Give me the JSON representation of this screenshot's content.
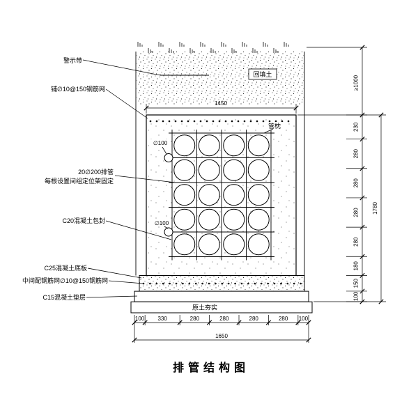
{
  "title": "排管结构图",
  "labels": {
    "warning_tape": "警示带",
    "top_mesh": "铺∅10@150钢筋网",
    "backfill": "回填土",
    "pipe_pillow": "管枕",
    "pipes_line1": "20∅200排管",
    "pipes_line2": "每根设置间组定位架固定",
    "small_pipe_dia_1": "∅100",
    "small_pipe_dia_2": "∅100",
    "encasement": "C20混凝土包封",
    "base_slab": "C25混凝土底板",
    "slab_mesh": "中间配钢筋网∅10@150钢筋网",
    "cushion": "C15混凝土垫层",
    "subgrade": "原土夯实"
  },
  "dimensions": {
    "top_width": "1450",
    "cover_depth": "≥1000",
    "right_segments": [
      "230",
      "280",
      "280",
      "280",
      "280",
      "180",
      "150",
      "100"
    ],
    "right_total": "1780",
    "bottom_segments": [
      "100",
      "330",
      "280",
      "280",
      "280",
      "280",
      "100"
    ],
    "bottom_total": "1650"
  },
  "drawing": {
    "pipe_grid": {
      "rows": 5,
      "columns": 4,
      "pipe_count": 20
    }
  }
}
